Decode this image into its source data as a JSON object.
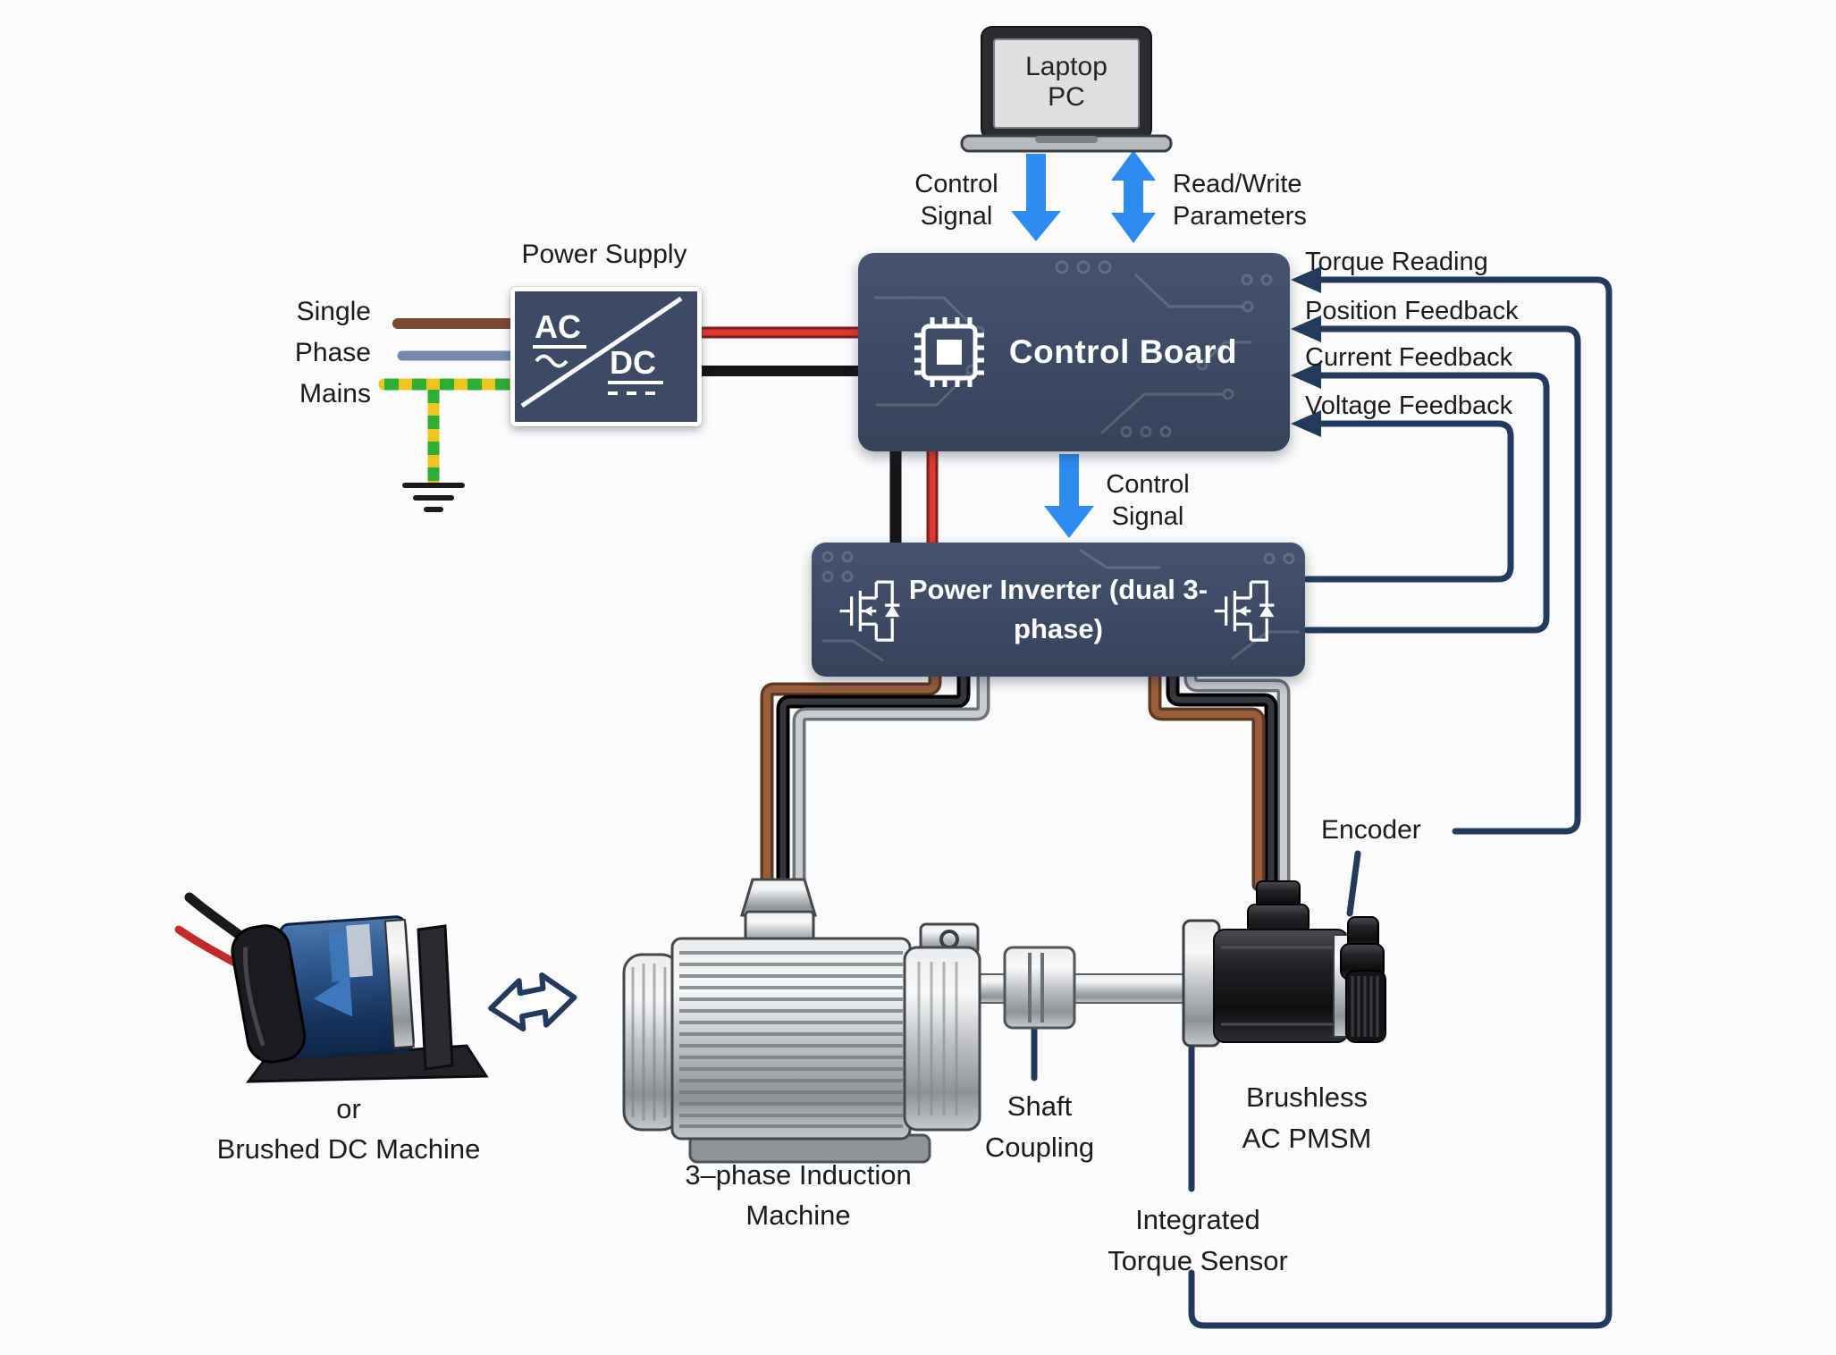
{
  "colors": {
    "navy_box": "#3d4a63",
    "line_navy": "#243a5c",
    "accent_blue": "#2d8cf0",
    "wire_red": "#d22f27",
    "wire_black": "#1a1a1c",
    "wire_brown": "#7a4a33",
    "wire_blue": "#7389ad",
    "wire_yellow": "#f0c41f",
    "wire_green": "#2fae36",
    "wire_copper": "#9a5f3a",
    "wire_silver": "#c9ccd0"
  },
  "laptop": {
    "line1": "Laptop",
    "line2": "PC"
  },
  "signals": {
    "control_top": {
      "line1": "Control",
      "line2": "Signal"
    },
    "read_write": {
      "line1": "Read/Write",
      "line2": "Parameters"
    },
    "control_mid": {
      "line1": "Control",
      "line2": "Signal"
    }
  },
  "power_supply": {
    "title": "Power Supply",
    "ac": "AC",
    "dc": "DC"
  },
  "mains": {
    "line1": "Single",
    "line2": "Phase",
    "line3": "Mains"
  },
  "control_board": {
    "title": "Control Board"
  },
  "feedback": {
    "torque": "Torque Reading",
    "position": "Position Feedback",
    "current": "Current Feedback",
    "voltage": "Voltage Feedback"
  },
  "inverter": {
    "line1": "Power Inverter",
    "line2": "(dual 3-phase)"
  },
  "labels": {
    "induction": {
      "line1": "3–phase Induction",
      "line2": "Machine"
    },
    "shaft": {
      "line1": "Shaft",
      "line2": "Coupling"
    },
    "pmsm": {
      "line1": "Brushless",
      "line2": "AC PMSM"
    },
    "encoder": "Encoder",
    "torque_sensor": {
      "line1": "Integrated",
      "line2": "Torque Sensor"
    },
    "dc_machine": {
      "line1": "or",
      "line2": "Brushed DC Machine"
    }
  }
}
